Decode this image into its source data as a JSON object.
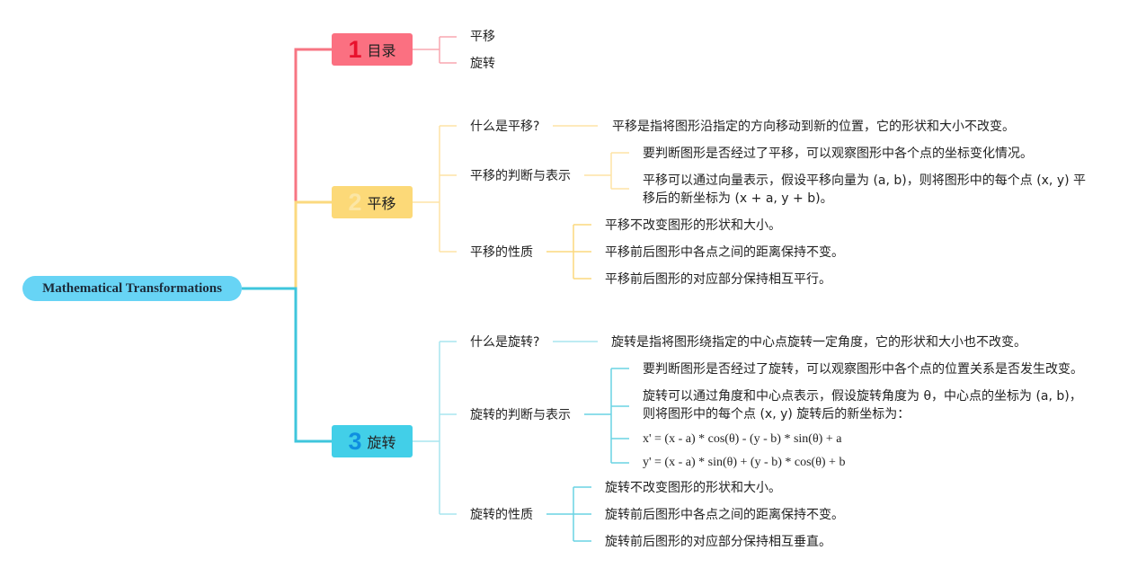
{
  "root": {
    "title": "Mathematical Transformations"
  },
  "colors": {
    "root": "#67d4f5",
    "branch1": "#fb7081",
    "branch2": "#fcd978",
    "branch3": "#42cfe8"
  },
  "branches": [
    {
      "number": "1",
      "title": "目录",
      "children": [
        {
          "label": "平移"
        },
        {
          "label": "旋转"
        }
      ]
    },
    {
      "number": "2",
      "title": "平移",
      "children": [
        {
          "label": "什么是平移?",
          "details": [
            "平移是指将图形沿指定的方向移动到新的位置，它的形状和大小不改变。"
          ]
        },
        {
          "label": "平移的判断与表示",
          "details": [
            "要判断图形是否经过了平移，可以观察图形中各个点的坐标变化情况。",
            "平移可以通过向量表示，假设平移向量为 (a, b)，则将图形中的每个点 (x, y) 平移后的新坐标为 (x + a, y + b)。"
          ]
        },
        {
          "label": "平移的性质",
          "details": [
            "平移不改变图形的形状和大小。",
            "平移前后图形中各点之间的距离保持不变。",
            "平移前后图形的对应部分保持相互平行。"
          ]
        }
      ]
    },
    {
      "number": "3",
      "title": "旋转",
      "children": [
        {
          "label": "什么是旋转?",
          "details": [
            "旋转是指将图形绕指定的中心点旋转一定角度，它的形状和大小也不改变。"
          ]
        },
        {
          "label": "旋转的判断与表示",
          "details": [
            "要判断图形是否经过了旋转，可以观察图形中各个点的位置关系是否发生改变。",
            "旋转可以通过角度和中心点表示，假设旋转角度为 θ，中心点的坐标为 (a, b)，则将图形中的每个点 (x, y) 旋转后的新坐标为：",
            "x' = (x - a) * cos(θ) - (y - b) * sin(θ) + a",
            "y' = (x - a) * sin(θ) + (y - b) * cos(θ) + b"
          ]
        },
        {
          "label": "旋转的性质",
          "details": [
            "旋转不改变图形的形状和大小。",
            "旋转前后图形中各点之间的距离保持不变。",
            "旋转前后图形的对应部分保持相互垂直。"
          ]
        }
      ]
    }
  ]
}
